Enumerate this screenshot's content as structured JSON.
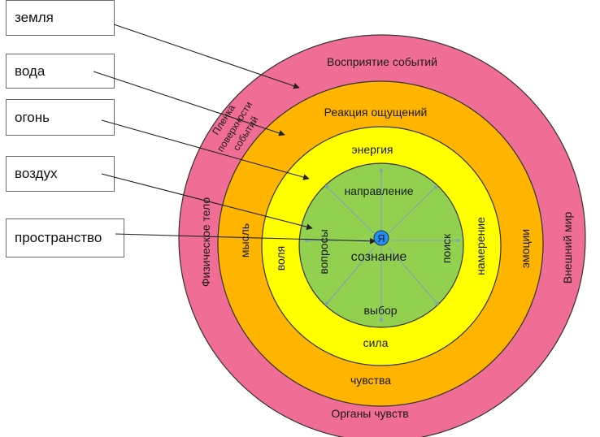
{
  "element_boxes": [
    "земля",
    "вода",
    "огонь",
    "воздух",
    "пространство"
  ],
  "colors": {
    "outer": "#f06e95",
    "orange": "#ffb400",
    "yellow": "#ffff00",
    "green": "#92d050",
    "center": "#1e90ff",
    "ring_stroke": "#333333",
    "pointer": "#222222",
    "spoke": "#7f9fb8"
  },
  "rings": {
    "outer_top": "Восприятие событий",
    "outer_bottom": "Органы чувств",
    "outer_left": "Физическое тело",
    "outer_right": "Внешний мир",
    "film_lines": [
      "Пленка",
      "поверхности",
      "событий"
    ],
    "orange_top": "Реакция ощущений",
    "orange_bottom": "чувства",
    "orange_left": "мысль",
    "orange_right": "эмоции",
    "yellow_top": "энергия",
    "yellow_bottom": "сила",
    "yellow_left": "воля",
    "yellow_right": "намерение",
    "green_top": "направление",
    "green_bottom": "выбор",
    "green_left": "вопросы",
    "green_right": "поиск",
    "center_label": "сознание",
    "center_dot": "Я"
  }
}
